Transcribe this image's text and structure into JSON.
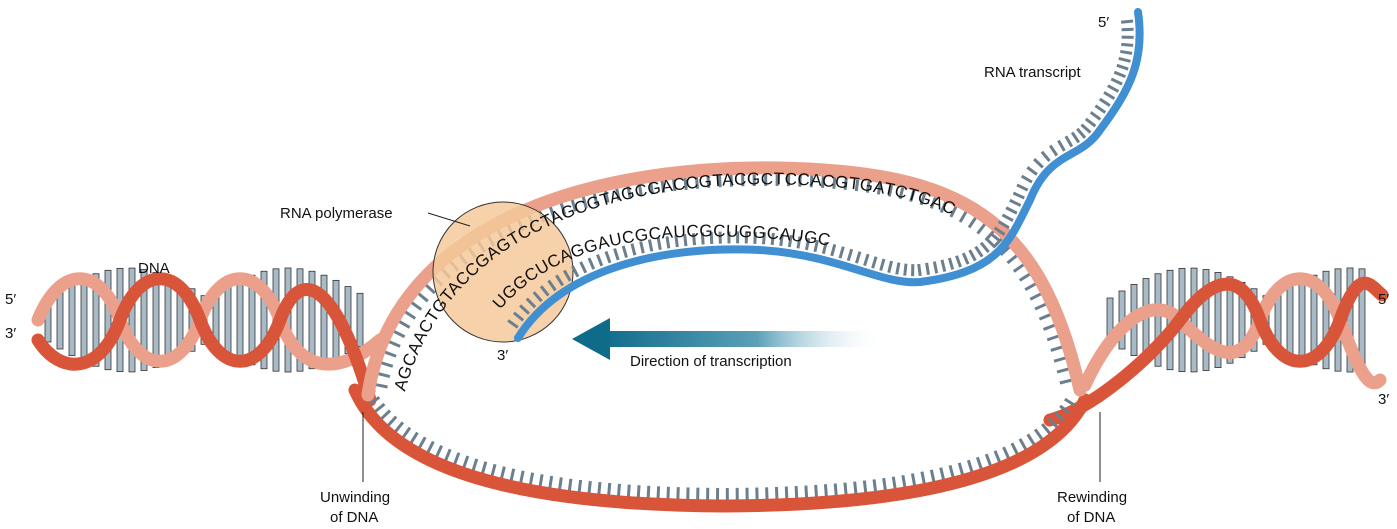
{
  "labels": {
    "dna": "DNA",
    "rna_polymerase": "RNA polymerase",
    "rna_transcript": "RNA transcript",
    "direction": "Direction of transcription",
    "unwinding_line1": "Unwinding",
    "unwinding_line2": "of DNA",
    "rewinding_line1": "Rewinding",
    "rewinding_line2": "of DNA",
    "left_5prime": "5′",
    "left_3prime": "3′",
    "right_5prime": "5′",
    "right_3prime": "3′",
    "rna_5prime": "5′",
    "rna_3prime": "3′"
  },
  "sequences": {
    "coding_strand": "AGCAACTGTACCGAGTCCTAGCGTAGCGACCGTACGCTCCACGTGATCTGAC",
    "rna": "UGGCUCAGGAUCGCAUCGCUGGCAUGC"
  },
  "colors": {
    "strand_dark": "#d9553a",
    "strand_light": "#eba08b",
    "base_pair": "#a9bac7",
    "rna": "#3f8fd2",
    "polymerase": "#f5c99a",
    "arrow": "#0f6b8a"
  }
}
